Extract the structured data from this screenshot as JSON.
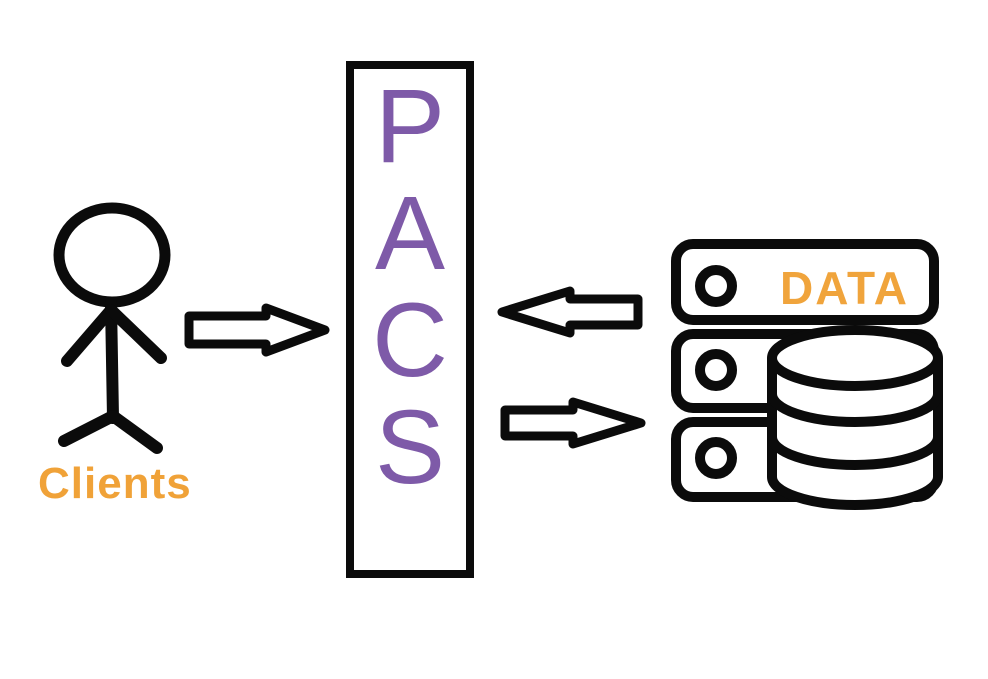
{
  "diagram": {
    "background_color": "#ffffff",
    "outline_color": "#0b0b0b",
    "accent_orange": "#f0a43c",
    "accent_purple": "#7e5aa8",
    "nodes": {
      "clients": {
        "label": "Clients",
        "icon": "person-icon"
      },
      "pacs": {
        "label": "PACS",
        "letters": [
          "P",
          "A",
          "C",
          "S"
        ]
      },
      "data": {
        "label": "DATA",
        "icon": "server-database-icon"
      }
    },
    "edges": [
      {
        "from": "clients",
        "to": "pacs",
        "direction": "right"
      },
      {
        "from": "data",
        "to": "pacs",
        "direction": "left"
      },
      {
        "from": "pacs",
        "to": "data",
        "direction": "right"
      }
    ]
  }
}
